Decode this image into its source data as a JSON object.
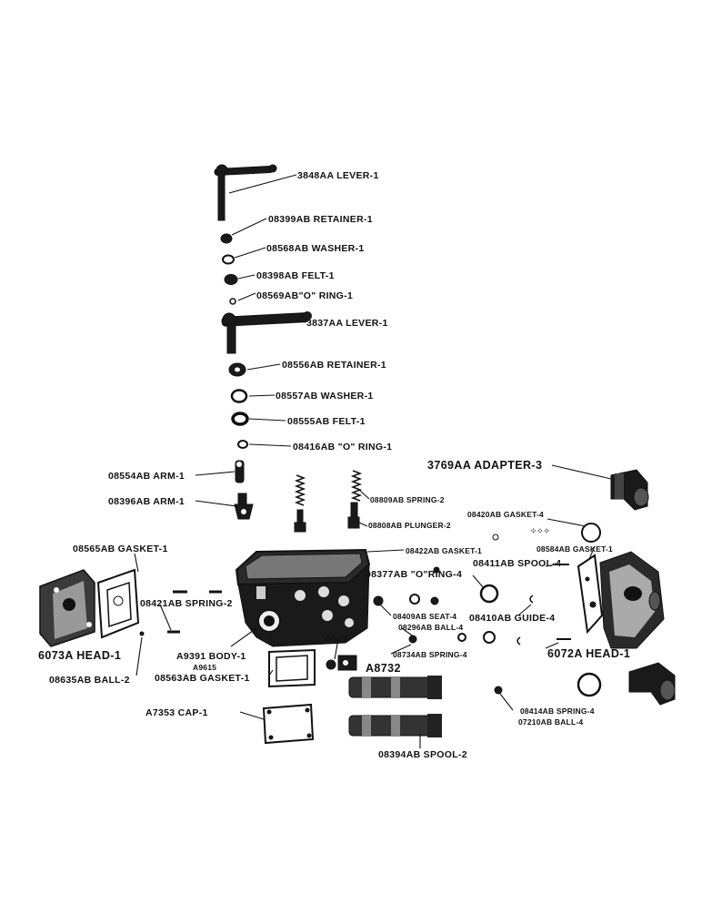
{
  "labels": {
    "lever_3848": "3848AA LEVER-1",
    "retainer_08399": "08399AB RETAINER-1",
    "washer_08568": "08568AB WASHER-1",
    "felt_08398": "08398AB FELT-1",
    "oring_08569": "08569AB\"O\" RING-1",
    "lever_3837": "3837AA LEVER-1",
    "retainer_08556": "08556AB RETAINER-1",
    "washer_08557": "08557AB WASHER-1",
    "felt_08555": "08555AB FELT-1",
    "oring_08416": "08416AB \"O\" RING-1",
    "adapter_3769": "3769AA ADAPTER-3",
    "arm_08554": "08554AB ARM-1",
    "arm_08396": "08396AB ARM-1",
    "spring_08809": "08809AB SPRING-2",
    "plunger_08808": "08808AB PLUNGER-2",
    "gasket_08420": "08420AB GASKET-4",
    "gasket_08565": "08565AB GASKET-1",
    "gasket_08422": "08422AB GASKET-1",
    "gasket_08584": "08584AB GASKET-1",
    "spool_08411": "08411AB SPOOL-4",
    "oring_08377": "08377AB \"O\"RING-4",
    "spring_08421": "08421AB SPRING-2",
    "seat_08409": "08409AB SEAT-4",
    "ball_08296": "08296AB BALL-4",
    "guide_08410": "08410AB GUIDE-4",
    "head_6073": "6073A HEAD-1",
    "head_6072": "6072A HEAD-1",
    "spring_08734": "08734AB SPRING-4",
    "part_a7478": "A7478",
    "body_a9391": "A9391 BODY-1",
    "part_a9615": "A9615",
    "part_a8732": "A8732",
    "ball_08635": "08635AB BALL-2",
    "gasket_08563": "08563AB GASKET-1",
    "cap_a7353": "A7353 CAP-1",
    "spring_08414": "08414AB SPRING-4",
    "ball_07210": "07210AB BALL-4",
    "spool_08394": "08394AB SPOOL-2"
  }
}
